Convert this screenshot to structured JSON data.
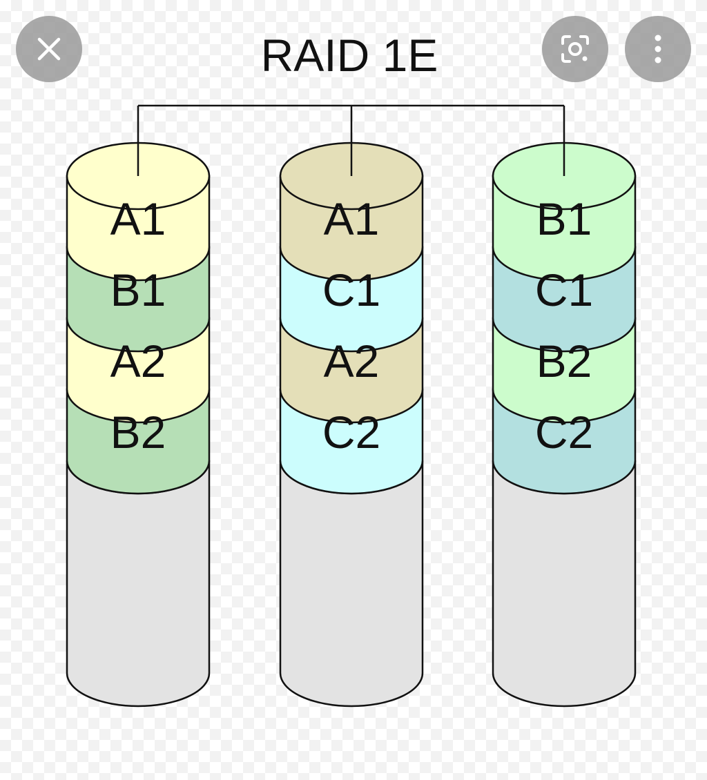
{
  "viewer": {
    "title": "RAID 1E",
    "buttons": {
      "close": "close-icon",
      "lens": "lens-icon",
      "more": "more-vert-icon"
    }
  },
  "diagram": {
    "disks": [
      {
        "top_color": "#ffffcc",
        "blocks": [
          {
            "label": "A1",
            "color": "#ffffcc"
          },
          {
            "label": "B1",
            "color": "#b6dfb6"
          },
          {
            "label": "A2",
            "color": "#ffffcc"
          },
          {
            "label": "B2",
            "color": "#b6dfb6"
          }
        ]
      },
      {
        "top_color": "#e4dfb8",
        "blocks": [
          {
            "label": "A1",
            "color": "#e4dfb8"
          },
          {
            "label": "C1",
            "color": "#ccfdfd"
          },
          {
            "label": "A2",
            "color": "#e4dfb8"
          },
          {
            "label": "C2",
            "color": "#ccfdfd"
          }
        ]
      },
      {
        "top_color": "#ccfccc",
        "blocks": [
          {
            "label": "B1",
            "color": "#ccfccc"
          },
          {
            "label": "C1",
            "color": "#b3e0e0"
          },
          {
            "label": "B2",
            "color": "#ccfccc"
          },
          {
            "label": "C2",
            "color": "#b3e0e0"
          }
        ]
      }
    ],
    "empty_color": "#e3e3e3",
    "outline_color": "#111111"
  }
}
